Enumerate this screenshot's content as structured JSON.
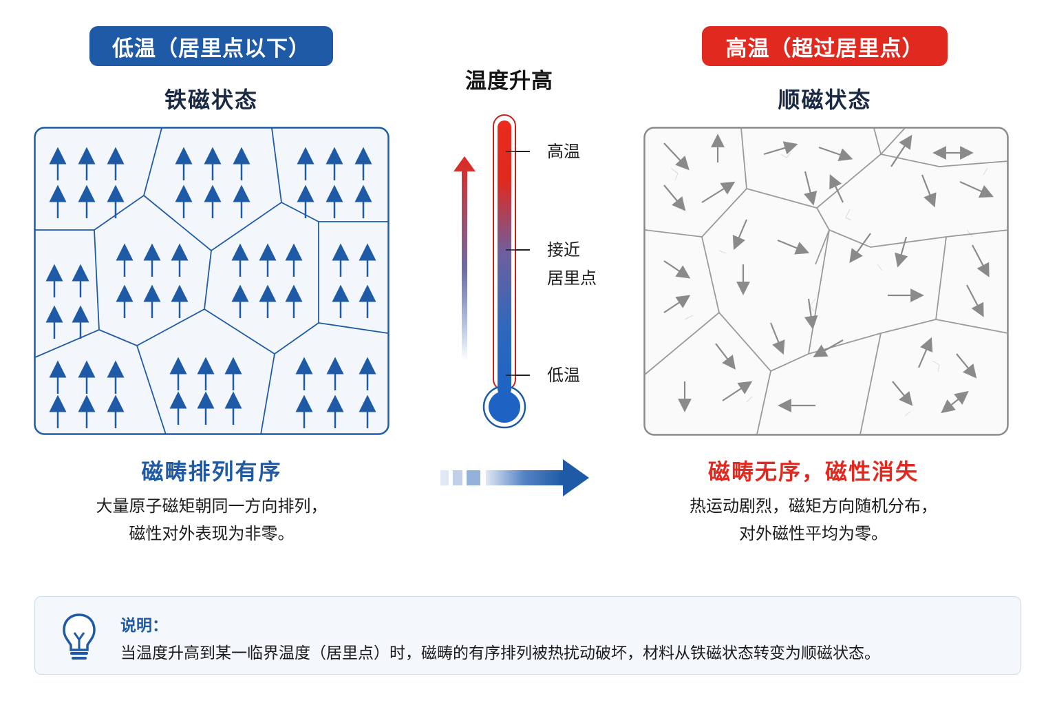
{
  "left": {
    "badge": "低温（居里点以下）",
    "title": "铁磁状态",
    "caption": "磁畴排列有序",
    "desc_line1": "大量原子磁矩朝同一方向排列，",
    "desc_line2": "磁性对外表现为非零。"
  },
  "center": {
    "title": "温度升高",
    "labels": {
      "high": "高温",
      "near_line1": "接近",
      "near_line2": "居里点",
      "low": "低温"
    }
  },
  "right": {
    "badge": "高温（超过居里点）",
    "title": "顺磁状态",
    "caption": "磁畴无序，磁性消失",
    "desc_line1": "热运动剧烈，磁矩方向随机分布，",
    "desc_line2": "对外磁性平均为零。"
  },
  "note": {
    "title": "说明：",
    "body": "当温度升高到某一临界温度（居里点）时，磁畴的有序排列被热扰动破坏，材料从铁磁状态转变为顺磁状态。"
  },
  "colors": {
    "blue": "#1f5aa6",
    "red": "#e0291f",
    "ferro_bg": "#f3f7fc",
    "para_stroke": "#9a9a9a",
    "para_arrow": "#8a8a8a"
  },
  "icons": [
    "lightbulb-icon",
    "thermometer-icon",
    "arrow-up-icon",
    "arrow-right-icon"
  ]
}
